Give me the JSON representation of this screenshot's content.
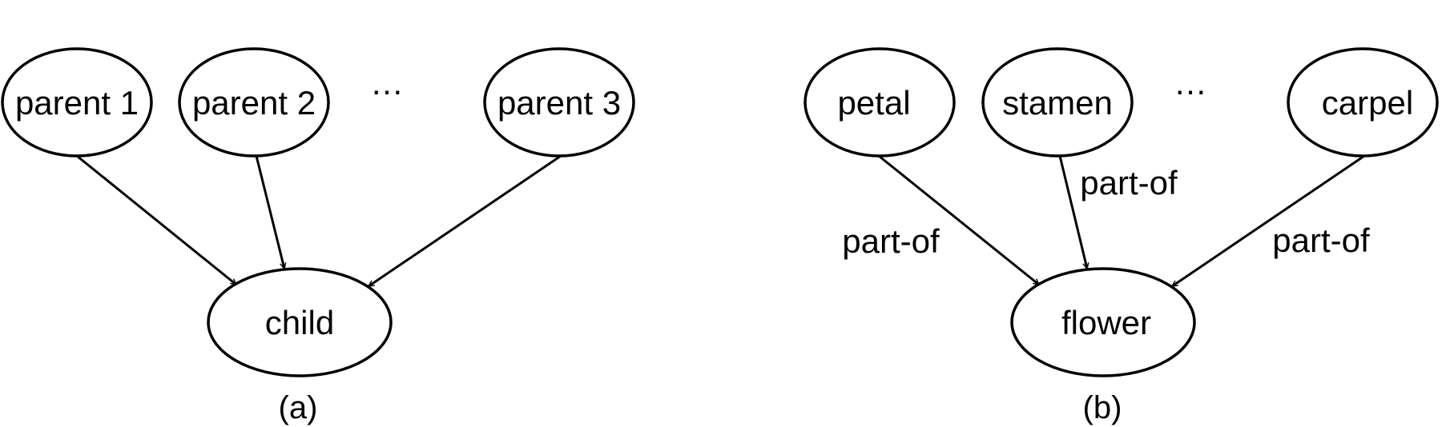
{
  "panel_a": {
    "parents": [
      "parent 1",
      "parent 2",
      "parent 3"
    ],
    "ellipsis": "…",
    "child": "child",
    "caption": "(a)"
  },
  "panel_b": {
    "parts": [
      "petal",
      "stamen",
      "carpel"
    ],
    "ellipsis": "…",
    "whole": "flower",
    "relation_labels": [
      "part-of",
      "part-of",
      "part-of"
    ],
    "caption": "(b)"
  }
}
